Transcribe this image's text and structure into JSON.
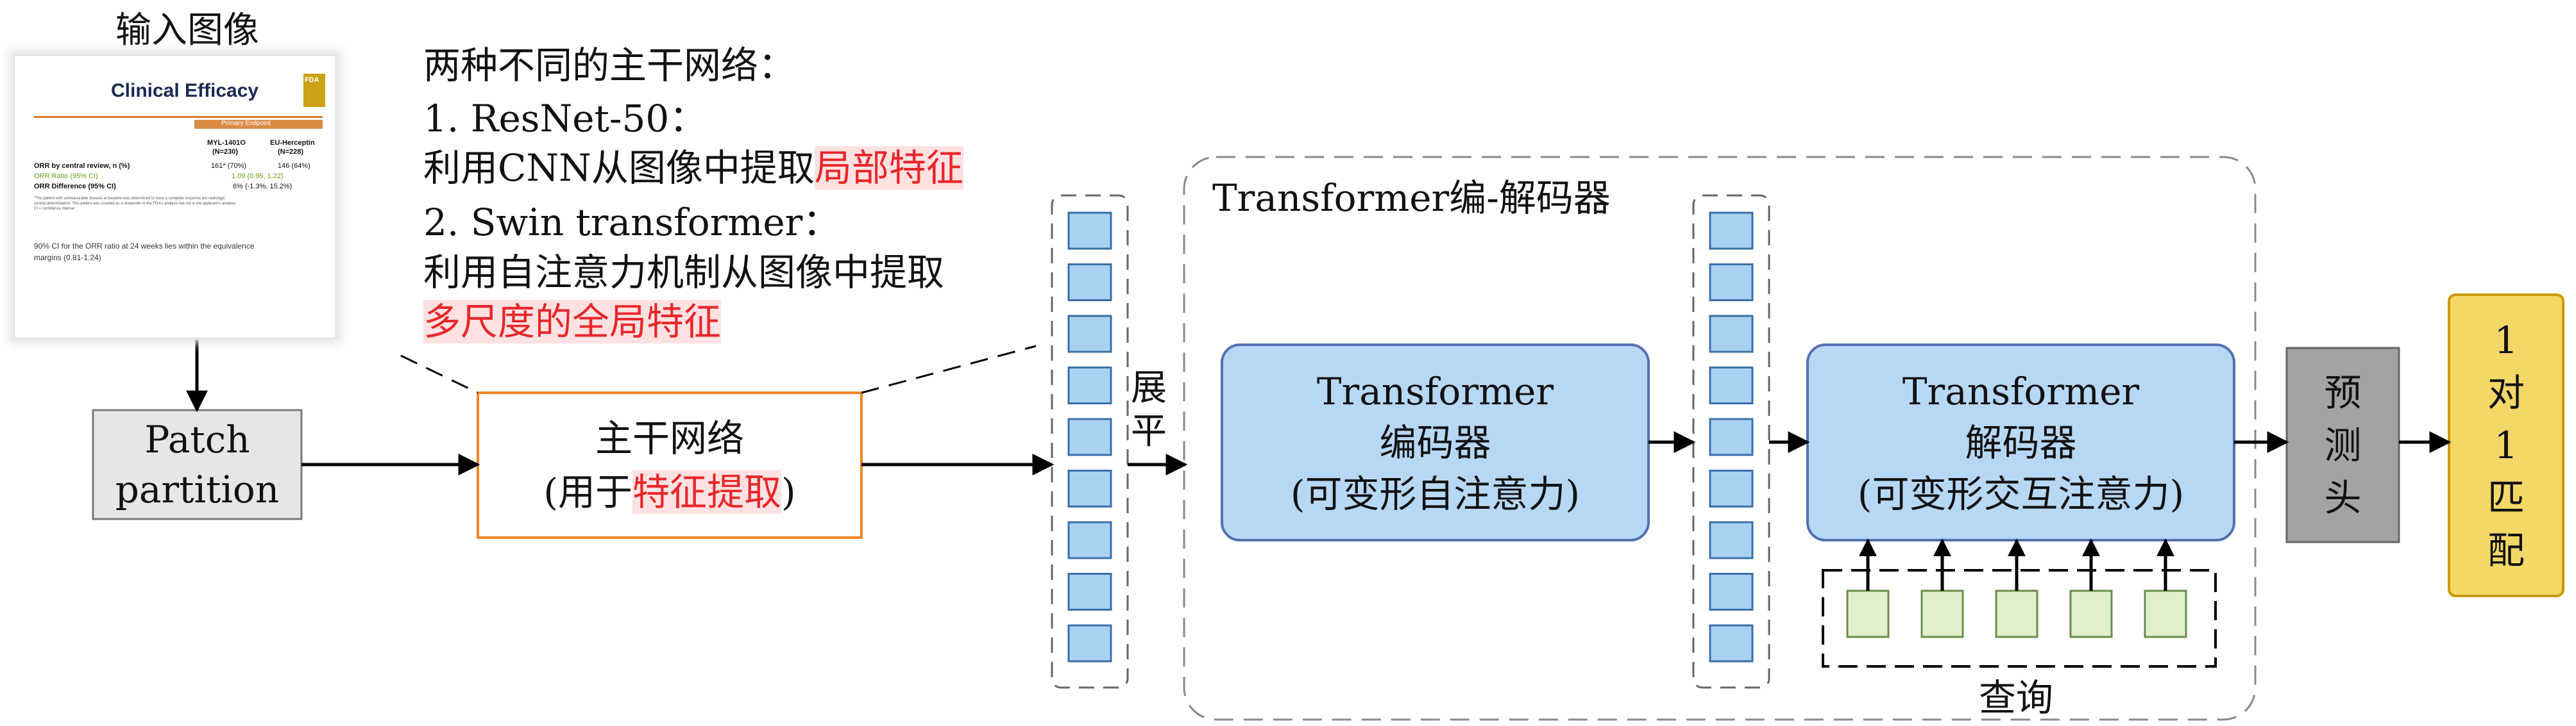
{
  "input_image": {
    "label": "输入图像",
    "slide": {
      "title": "Clinical Efficacy",
      "logo_text": "FDA",
      "header": "Primary Endpoint",
      "col1": "MYL-1401O",
      "col1_n": "(N=230)",
      "col2": "EU-Herceptin",
      "col2_n": "(N=228)",
      "row1_label": "ORR by central review, n (%)",
      "row1_v1": "161* (70%)",
      "row1_v2": "146 (64%)",
      "row2_label": "ORR Ratio (95% CI)",
      "row2_v": "1.09 (0.95, 1.22)",
      "row3_label": "ORR Difference (95% CI)",
      "row3_v": "6% (-1.3%, 15.2%)",
      "footnote1": "*The patient with unmeasurable disease at baseline was determined to have a complete response per radiologic",
      "footnote2": "central determination. This patient was counted as a responder in the FDA's analysis but not in the applicant's analysis",
      "footnote3": "CI = confidence interval",
      "note1": "90% CI for the ORR ratio at 24 weeks lies within the equivalence",
      "note2": "margins (0.81-1.24)"
    }
  },
  "description": {
    "line1": "两种不同的主干网络：",
    "line2": "1. ResNet-50：",
    "line3_plain": "利用CNN从图像中提取",
    "line3_red": "局部特征",
    "line4": "2. Swin transformer：",
    "line5": "利用自注意力机制从图像中提取",
    "line6_red": "多尺度的全局特征"
  },
  "patch_partition": {
    "line1": "Patch",
    "line2": "partition"
  },
  "backbone": {
    "line1": "主干网络",
    "line2_prefix": "(用于",
    "line2_red": "特征提取",
    "line2_suffix": ")"
  },
  "flatten": {
    "char1": "展",
    "char2": "平"
  },
  "transformer_group": {
    "label": "Transformer编-解码器"
  },
  "encoder": {
    "line1": "Transformer",
    "line2": "编码器",
    "line3": "(可变形自注意力)"
  },
  "decoder": {
    "line1": "Transformer",
    "line2": "解码器",
    "line3": "(可变形交互注意力)"
  },
  "queries": {
    "label": "查询"
  },
  "prediction_head": {
    "char1": "预",
    "char2": "测",
    "char3": "头"
  },
  "matching": {
    "c1": "1",
    "c2": "对",
    "c3": "1",
    "c4": "匹",
    "c5": "配"
  },
  "colors": {
    "token_fill": "#a9d2f1",
    "token_stroke": "#3b6fa8",
    "block_fill": "#b7d8f5",
    "block_stroke": "#5470b0",
    "query_fill": "#e1efcc",
    "query_stroke": "#6a8c4a",
    "head_fill": "#a3a3a3",
    "match_fill": "#f3d767",
    "match_stroke": "#c99a00",
    "backbone_stroke": "#f08522",
    "accent_red": "#e8262a"
  }
}
